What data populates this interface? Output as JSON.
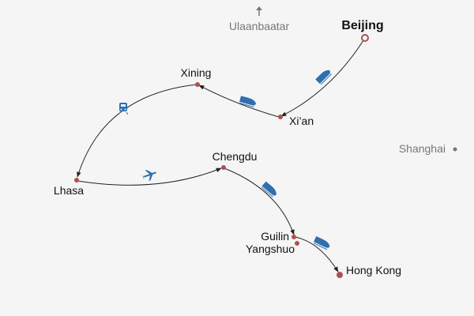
{
  "map": {
    "colors": {
      "background": "#f5f5f5",
      "route": "#222222",
      "stop": "#b05050",
      "transport_icon": "#2f6fb0",
      "reference": "#777777"
    },
    "reference_cities": [
      {
        "id": "ulaanbaatar",
        "name": "Ulaanbaatar",
        "marker": "arrow-up"
      },
      {
        "id": "shanghai",
        "name": "Shanghai",
        "marker": "dot"
      }
    ],
    "stops": [
      {
        "id": "beijing",
        "name": "Beijing",
        "role": "start"
      },
      {
        "id": "xian",
        "name": "Xi’an"
      },
      {
        "id": "xining",
        "name": "Xining"
      },
      {
        "id": "lhasa",
        "name": "Lhasa"
      },
      {
        "id": "chengdu",
        "name": "Chengdu"
      },
      {
        "id": "guilin",
        "name": "Guilin"
      },
      {
        "id": "yangshuo",
        "name": "Yangshuo"
      },
      {
        "id": "hongkong",
        "name": "Hong Kong",
        "role": "end"
      }
    ],
    "legs": [
      {
        "from": "Beijing",
        "to": "Xi’an",
        "mode": "high-speed-train"
      },
      {
        "from": "Xi’an",
        "to": "Xining",
        "mode": "high-speed-train"
      },
      {
        "from": "Xining",
        "to": "Lhasa",
        "mode": "train"
      },
      {
        "from": "Lhasa",
        "to": "Chengdu",
        "mode": "plane"
      },
      {
        "from": "Chengdu",
        "to": "Guilin",
        "mode": "high-speed-train"
      },
      {
        "from": "Yangshuo",
        "to": "Hong Kong",
        "mode": "high-speed-train"
      }
    ]
  }
}
